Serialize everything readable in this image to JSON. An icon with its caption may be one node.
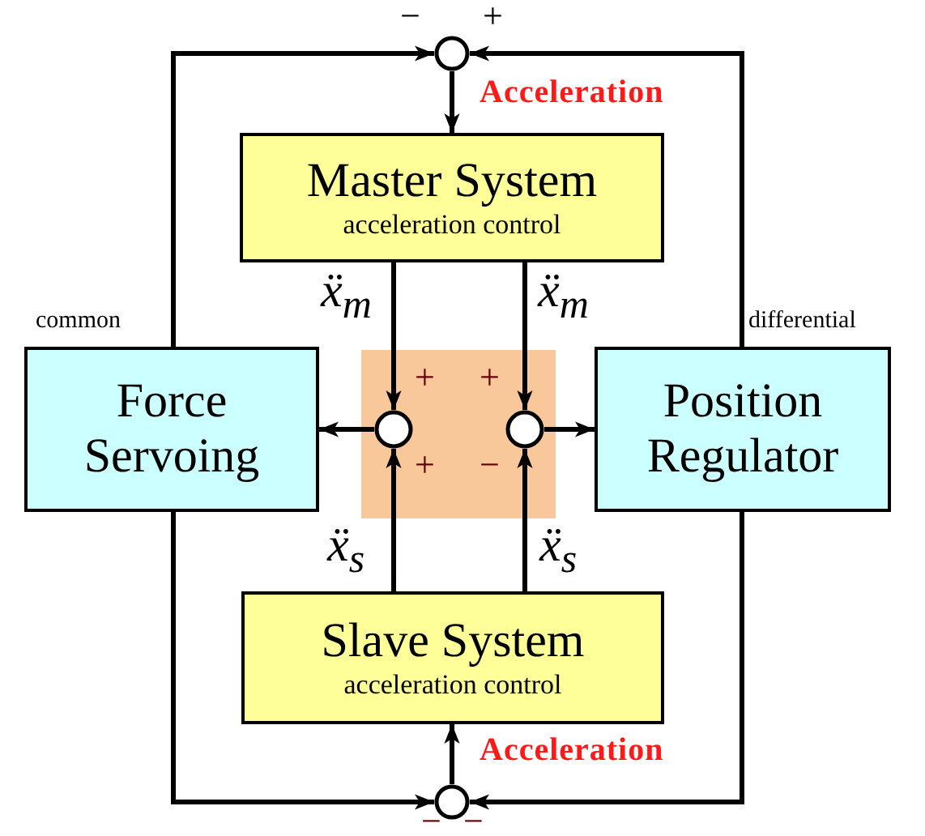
{
  "diagram": {
    "nodes": [
      {
        "text": [],
        "shape": "circle"
      },
      {
        "text": [
          "Master System",
          "acceleration control"
        ]
      },
      {
        "text": [
          "Force Servoing"
        ],
        "beside": [
          "common"
        ]
      },
      {
        "text": [],
        "shape": "circle"
      },
      {
        "text": [],
        "shape": "circle"
      },
      {
        "text": [
          "Position Regulator"
        ],
        "beside": [
          "differential"
        ]
      },
      {
        "text": [
          "Slave System",
          "acceleration control"
        ]
      },
      {
        "text": [],
        "shape": "circle"
      }
    ],
    "edges": [
      {
        "from": 0,
        "to": 1,
        "arrow": "to",
        "label": "Acceleration"
      },
      {
        "from": 1,
        "to": 3,
        "arrow": "to",
        "label": "ẍ$_{m}$"
      },
      {
        "from": 1,
        "to": 4,
        "arrow": "to",
        "label": "ẍ$_{m}$"
      },
      {
        "from": 6,
        "to": 3,
        "arrow": "to",
        "label": "ẍ$_{s}$"
      },
      {
        "from": 6,
        "to": 4,
        "arrow": "to",
        "label": "ẍ$_{s}$"
      },
      {
        "from": 3,
        "to": 2,
        "arrow": "to"
      },
      {
        "from": 4,
        "to": 5,
        "arrow": "to"
      },
      {
        "from": 2,
        "to": 0,
        "arrow": "to"
      },
      {
        "from": 5,
        "to": 0,
        "arrow": "to"
      },
      {
        "from": 2,
        "to": 7,
        "arrow": "to"
      },
      {
        "from": 5,
        "to": 7,
        "arrow": "to"
      },
      {
        "from": 7,
        "to": 6,
        "arrow": "to",
        "label": "Acceleration"
      }
    ],
    "labels": [
      "−",
      "+",
      "+",
      "+",
      "+",
      "−",
      "−",
      "−"
    ]
  }
}
